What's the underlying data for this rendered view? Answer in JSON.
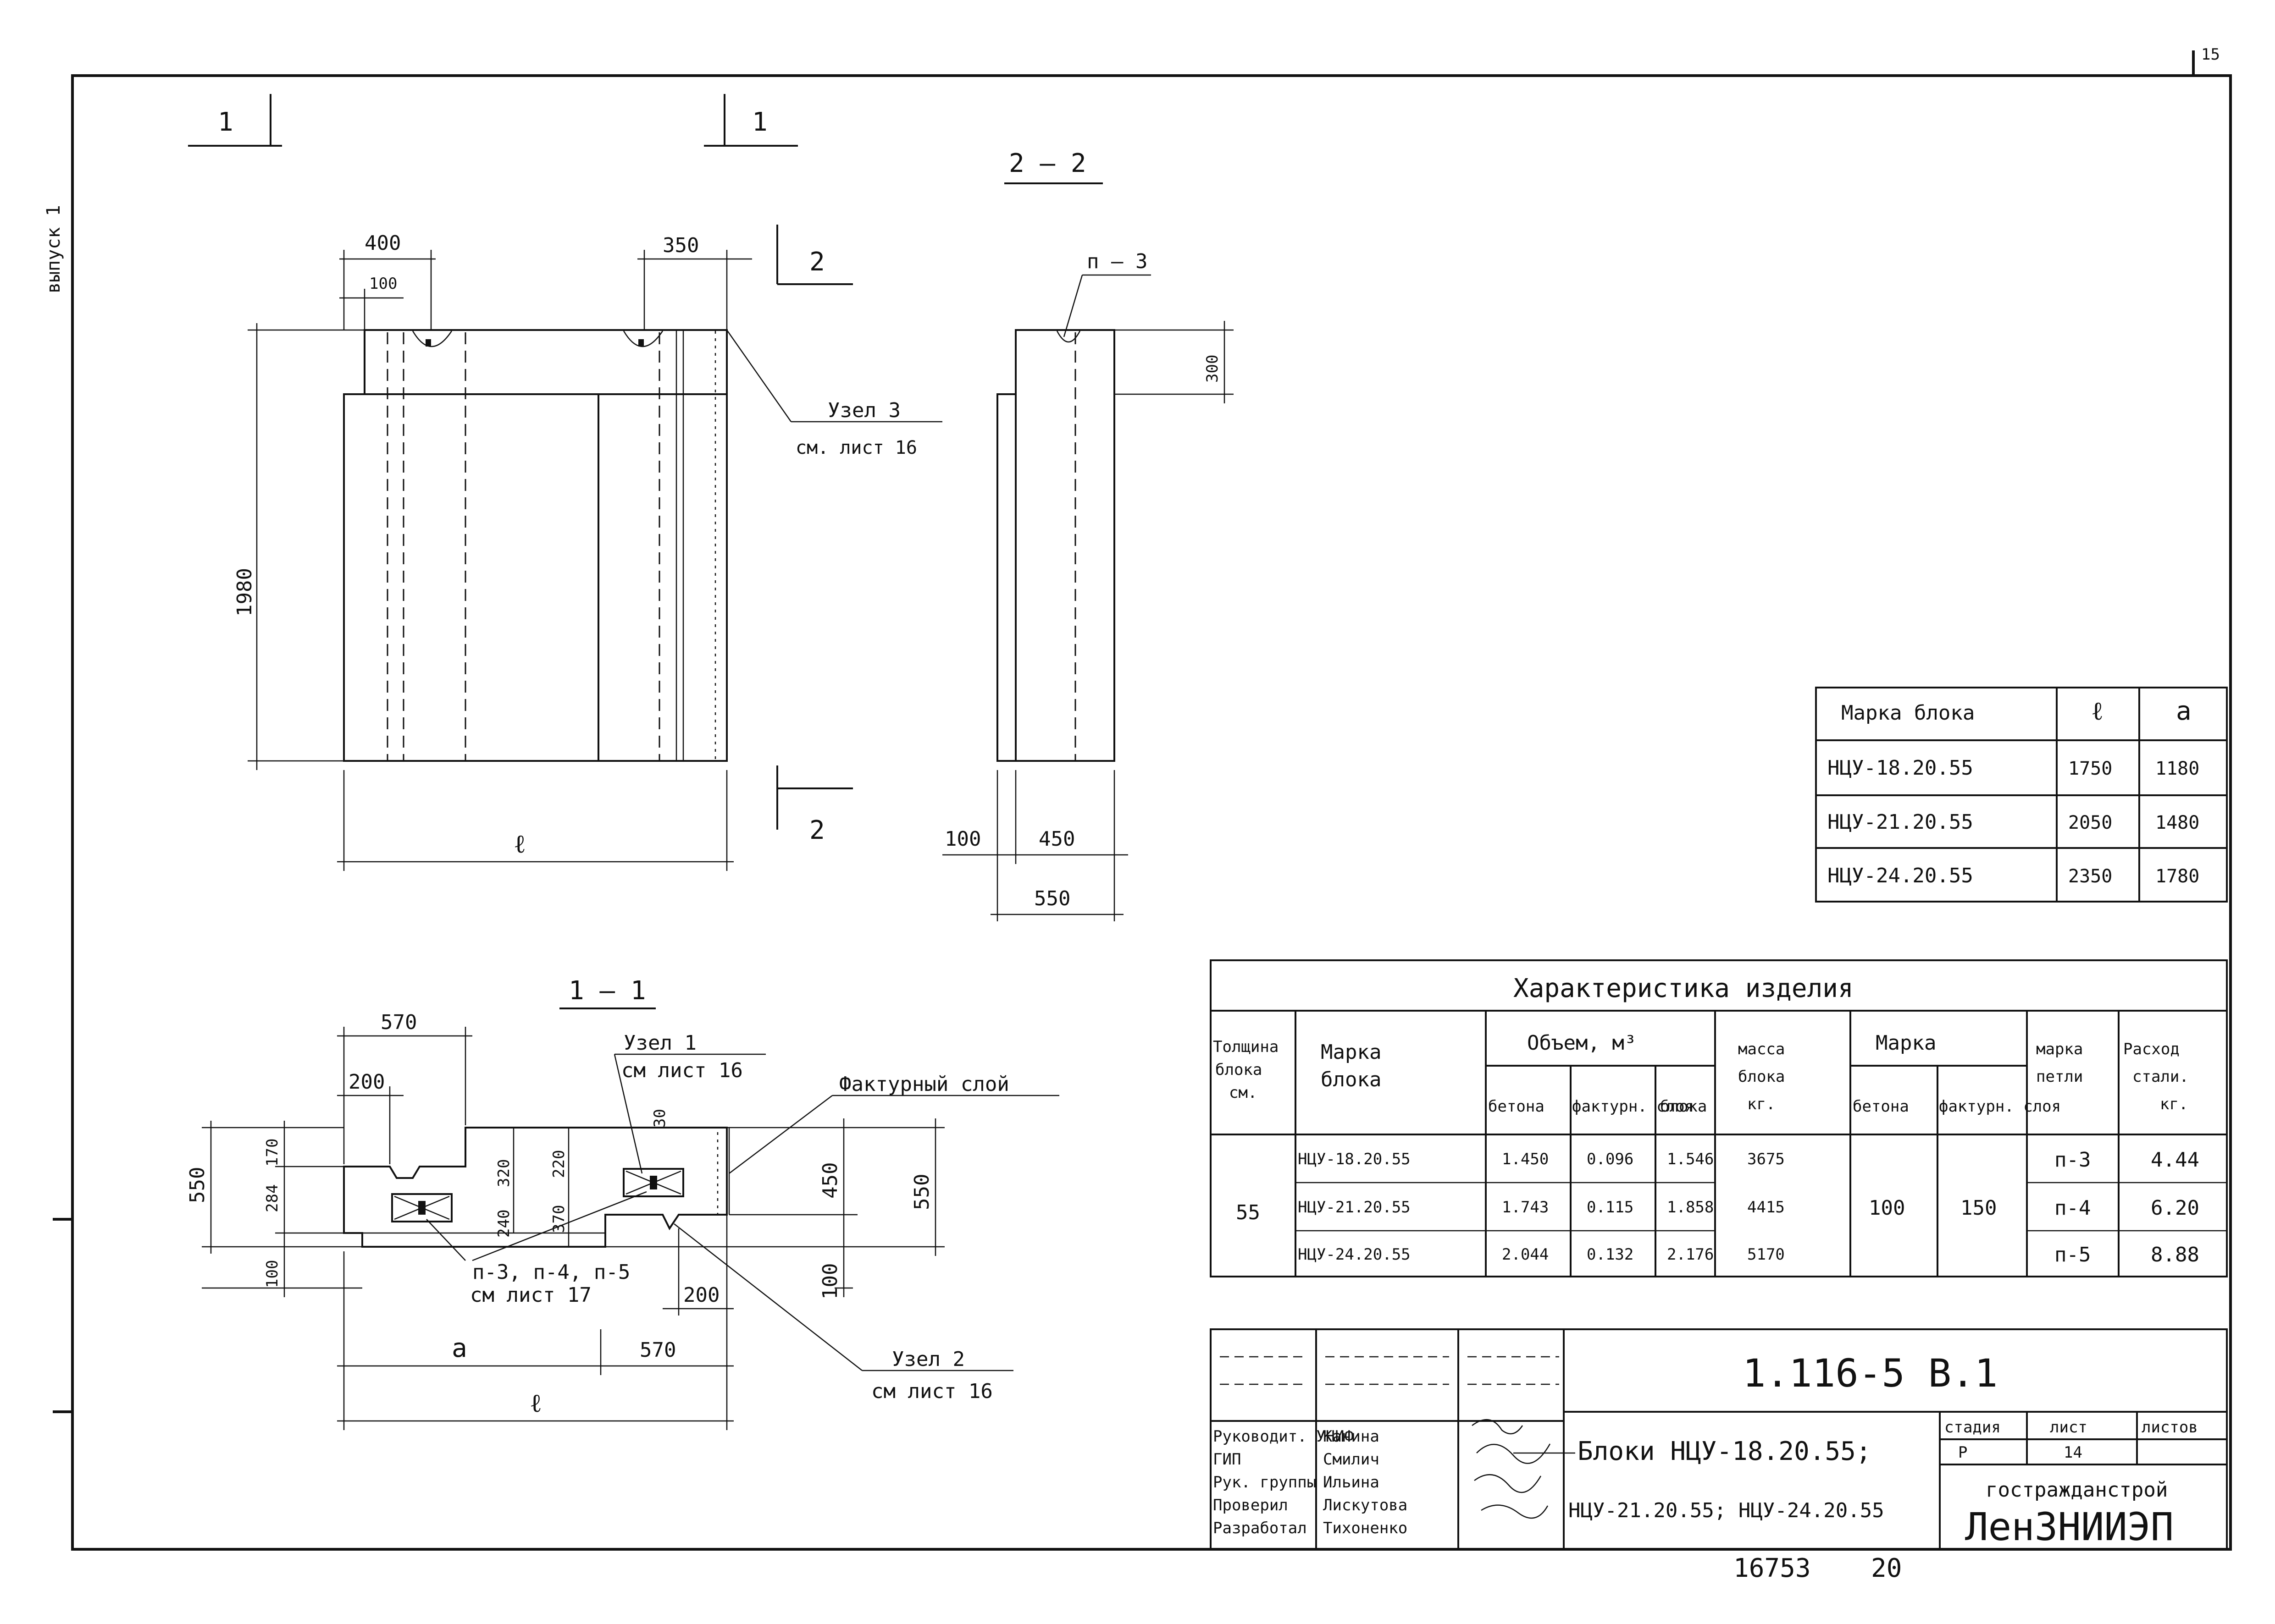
{
  "margin_label": "выпуск 1",
  "corner_mark": "15",
  "section_1_left": "1",
  "section_1_right": "1",
  "section_22_title": "2 – 2",
  "section_2_top": "2",
  "section_2_bottom": "2",
  "section_11_title": "1 – 1",
  "elevation_dims": {
    "d400": "400",
    "d100": "100",
    "d350": "350",
    "d1980": "1980",
    "l": "ℓ"
  },
  "side_dims": {
    "p3": "п – 3",
    "d300": "300",
    "d100": "100",
    "d450": "450",
    "d550": "550"
  },
  "plan_dims": {
    "d570": "570",
    "d200": "200",
    "d550": "550",
    "d284": "284",
    "d170": "170",
    "d100": "100",
    "d320": "320",
    "d240": "240",
    "d220": "220",
    "d370": "370",
    "d30": "30",
    "d450r": "450",
    "d550r": "550",
    "d100r": "100",
    "d200b": "200",
    "a": "a",
    "d570b": "570",
    "l": "ℓ"
  },
  "callouts": {
    "uzel3": "Узел 3",
    "uzel3_ref": "см. лист 16",
    "uzel1": "Узел 1",
    "uzel1_ref": "см лист 16",
    "facing": "Фактурный слой",
    "loops": "п-3, п-4, п-5",
    "loops_ref": "см лист 17",
    "uzel2": "Узел 2",
    "uzel2_ref": "см лист 16"
  },
  "block_table": {
    "headers": [
      "Марка блока",
      "ℓ",
      "a"
    ],
    "rows": [
      [
        "НЦУ-18.20.55",
        "1750",
        "1180"
      ],
      [
        "НЦУ-21.20.55",
        "2050",
        "1480"
      ],
      [
        "НЦУ-24.20.55",
        "2350",
        "1780"
      ]
    ]
  },
  "spec_table": {
    "title": "Характеристика изделия",
    "h_thickness": [
      "Толщина",
      "блока",
      "см."
    ],
    "h_mark": [
      "Марка",
      "блока"
    ],
    "h_volume": "Объем, м³",
    "h_vol_sub": [
      "бетона",
      "фактурн. слоя",
      "блока"
    ],
    "h_mass": [
      "масса",
      "блока",
      "кг."
    ],
    "h_brand": "Марка",
    "h_brand_sub": [
      "бетона",
      "фактурн. слоя"
    ],
    "h_loop": [
      "марка",
      "петли"
    ],
    "h_steel": [
      "Расход",
      "стали.",
      "кг."
    ],
    "thickness": "55",
    "rows": [
      {
        "mark": "НЦУ-18.20.55",
        "v_concrete": "1.450",
        "v_facing": "0.096",
        "v_block": "1.546",
        "mass": "3675",
        "loop": "п-3",
        "steel": "4.44"
      },
      {
        "mark": "НЦУ-21.20.55",
        "v_concrete": "1.743",
        "v_facing": "0.115",
        "v_block": "1.858",
        "mass": "4415",
        "loop": "п-4",
        "steel": "6.20"
      },
      {
        "mark": "НЦУ-24.20.55",
        "v_concrete": "2.044",
        "v_facing": "0.132",
        "v_block": "2.176",
        "mass": "5170",
        "loop": "п-5",
        "steel": "8.88"
      }
    ],
    "brand_concrete": "100",
    "brand_facing": "150"
  },
  "title_block": {
    "code": "1.116-5 В.1",
    "title_line1": "Блоки НЦУ-18.20.55;",
    "title_line2": "НЦУ-21.20.55; НЦУ-24.20.55",
    "roles": [
      "Руководит. УНИФ",
      "ГИП",
      "Рук. группы",
      "Проверил",
      "Разработал"
    ],
    "names": [
      "Канина",
      "Смилич",
      "Ильина",
      "Лискутова",
      "Тихоненко"
    ],
    "stage_label": "стадия",
    "sheet_label": "лист",
    "sheets_label": "листов",
    "stage": "Р",
    "sheet": "14",
    "sheets": "",
    "org1": "гостражданстрой",
    "org2": "ЛенЗНИИЭП"
  },
  "footer": {
    "inv": "16753",
    "num": "20"
  }
}
